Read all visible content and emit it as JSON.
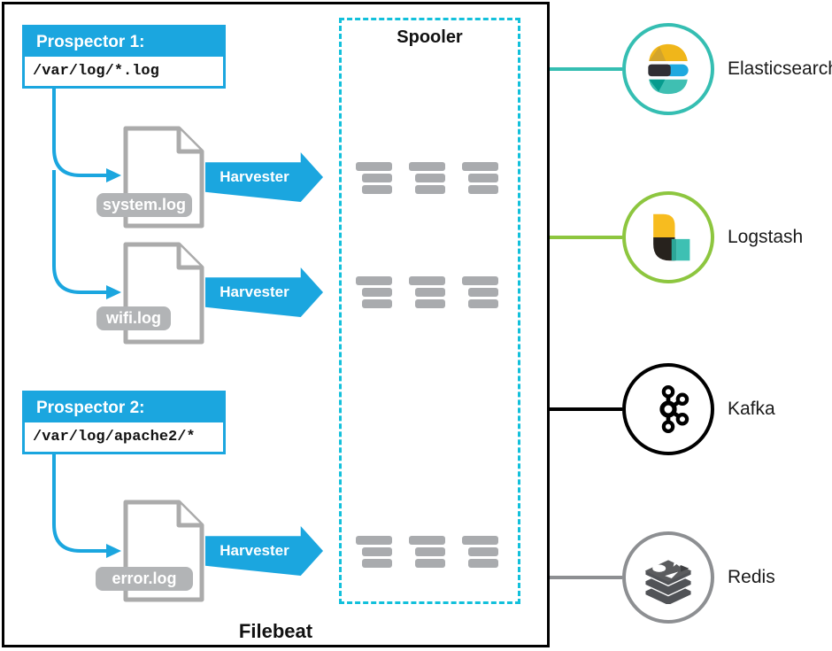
{
  "filebeat": {
    "label": "Filebeat"
  },
  "spooler": {
    "title": "Spooler",
    "event_groups": 3,
    "events_per_group": 3,
    "lines_per_event": 3
  },
  "prospectors": [
    {
      "title": "Prospector 1:",
      "path": "/var/log/*.log"
    },
    {
      "title": "Prospector 2:",
      "path": "/var/log/apache2/*"
    }
  ],
  "files": [
    {
      "name": "system.log"
    },
    {
      "name": "wifi.log"
    },
    {
      "name": "error.log"
    }
  ],
  "harvesters": [
    {
      "label": "Harvester"
    },
    {
      "label": "Harvester"
    },
    {
      "label": "Harvester"
    }
  ],
  "outputs": [
    {
      "name": "Elasticsearch",
      "accent": "#35beb2"
    },
    {
      "name": "Logstash",
      "accent": "#8dc63f"
    },
    {
      "name": "Kafka",
      "accent": "#000000"
    },
    {
      "name": "Redis",
      "accent": "#8d8f92"
    }
  ],
  "colors": {
    "primary_blue": "#1ba6df",
    "spooler_cyan": "#12c0db",
    "file_gray": "#ababab",
    "chip_gray": "#b2b4b6",
    "bar_gray": "#a9abae"
  }
}
